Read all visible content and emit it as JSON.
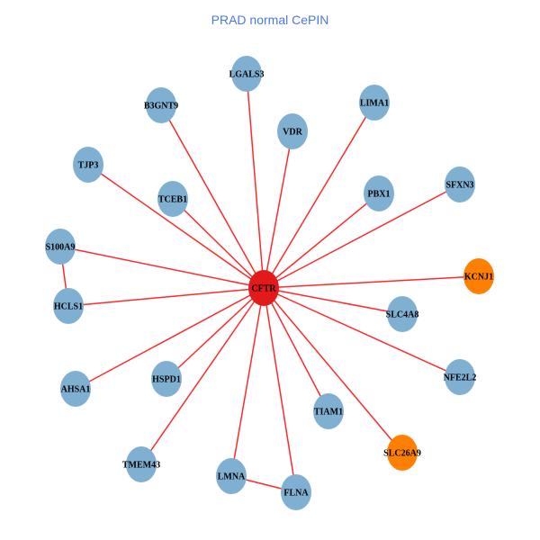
{
  "title": "PRAD normal CePIN",
  "colors": {
    "hub": "#e31a1c",
    "default": "#7fb0d2",
    "highlight": "#ff8000",
    "edge": "#ff2a2a"
  },
  "nodes": [
    {
      "id": "CFTR",
      "group": "hub"
    },
    {
      "id": "LGALS3",
      "group": "default"
    },
    {
      "id": "B3GNT9",
      "group": "default"
    },
    {
      "id": "LIMA1",
      "group": "default"
    },
    {
      "id": "VDR",
      "group": "default"
    },
    {
      "id": "TJP3",
      "group": "default"
    },
    {
      "id": "TCEB1",
      "group": "default"
    },
    {
      "id": "PBX1",
      "group": "default"
    },
    {
      "id": "SFXN3",
      "group": "default"
    },
    {
      "id": "S100A9",
      "group": "default"
    },
    {
      "id": "KCNJ1",
      "group": "highlight"
    },
    {
      "id": "HCLS1",
      "group": "default"
    },
    {
      "id": "SLC4A8",
      "group": "default"
    },
    {
      "id": "AHSA1",
      "group": "default"
    },
    {
      "id": "HSPD1",
      "group": "default"
    },
    {
      "id": "NFE2L2",
      "group": "default"
    },
    {
      "id": "TIAM1",
      "group": "default"
    },
    {
      "id": "SLC26A9",
      "group": "highlight"
    },
    {
      "id": "TMEM43",
      "group": "default"
    },
    {
      "id": "LMNA",
      "group": "default"
    },
    {
      "id": "FLNA",
      "group": "default"
    }
  ],
  "edges": [
    [
      "CFTR",
      "LGALS3"
    ],
    [
      "CFTR",
      "B3GNT9"
    ],
    [
      "CFTR",
      "LIMA1"
    ],
    [
      "CFTR",
      "VDR"
    ],
    [
      "CFTR",
      "TJP3"
    ],
    [
      "CFTR",
      "TCEB1"
    ],
    [
      "CFTR",
      "PBX1"
    ],
    [
      "CFTR",
      "SFXN3"
    ],
    [
      "CFTR",
      "S100A9"
    ],
    [
      "CFTR",
      "KCNJ1"
    ],
    [
      "CFTR",
      "HCLS1"
    ],
    [
      "CFTR",
      "SLC4A8"
    ],
    [
      "CFTR",
      "AHSA1"
    ],
    [
      "CFTR",
      "HSPD1"
    ],
    [
      "CFTR",
      "NFE2L2"
    ],
    [
      "CFTR",
      "TIAM1"
    ],
    [
      "CFTR",
      "SLC26A9"
    ],
    [
      "CFTR",
      "TMEM43"
    ],
    [
      "CFTR",
      "LMNA"
    ],
    [
      "CFTR",
      "FLNA"
    ],
    [
      "S100A9",
      "HCLS1"
    ],
    [
      "LMNA",
      "FLNA"
    ]
  ]
}
